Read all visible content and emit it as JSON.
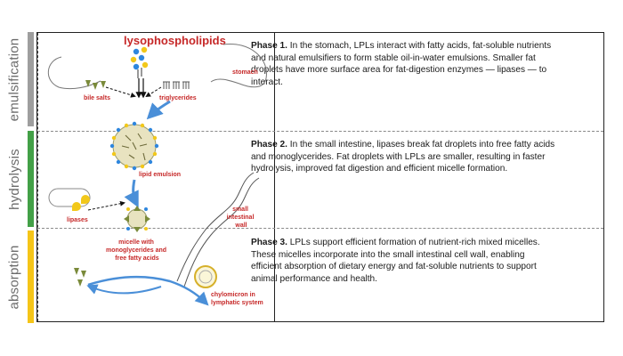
{
  "phases": [
    {
      "side_label": "emulsification",
      "color": "#9e9e9e",
      "heading": "Phase 1.",
      "text": "In the stomach, LPLs interact with fatty acids, fat-soluble nutrients and natural emulsifiers to form stable oil-in-water emulsions. Smaller fat droplets have more surface area for fat-digestion enzymes — lipases — to interact."
    },
    {
      "side_label": "hydrolysis",
      "color": "#43a047",
      "heading": "Phase 2.",
      "text": "In the small intestine, lipases break fat droplets into free fatty acids and monoglycerides. Fat droplets with LPLs are smaller, resulting in faster hydrolysis, improved fat digestion and efficient micelle formation."
    },
    {
      "side_label": "absorption",
      "color": "#f5c518",
      "heading": "Phase 3.",
      "text": "LPLs support efficient formation of nutrient-rich mixed micelles. These micelles incorporate into the small intestinal cell wall, enabling efficient absorption of dietary energy and fat-soluble nutrients to support animal performance and health."
    }
  ],
  "diagram": {
    "title": "lysophospholipids",
    "labels": {
      "stomach": "stomach",
      "bile_salts": "bile salts",
      "triglycerides": "triglycerides",
      "lipid_emulsion": "lipid emulsion",
      "lipases": "lipases",
      "small_intestinal_wall": [
        "small",
        "intestinal",
        "wall"
      ],
      "micelle": [
        "micelle with",
        "monoglycerides and",
        "free fatty acids"
      ],
      "chylomicron": [
        "chylomicron in",
        "lymphatic system"
      ]
    },
    "colors": {
      "label_red": "#c62828",
      "arrow_blue": "#4a8fd8",
      "droplet_fill": "#e8e3c0",
      "bile_green": "#7a8a3a",
      "lipase_yellow": "#f2c81a"
    }
  }
}
